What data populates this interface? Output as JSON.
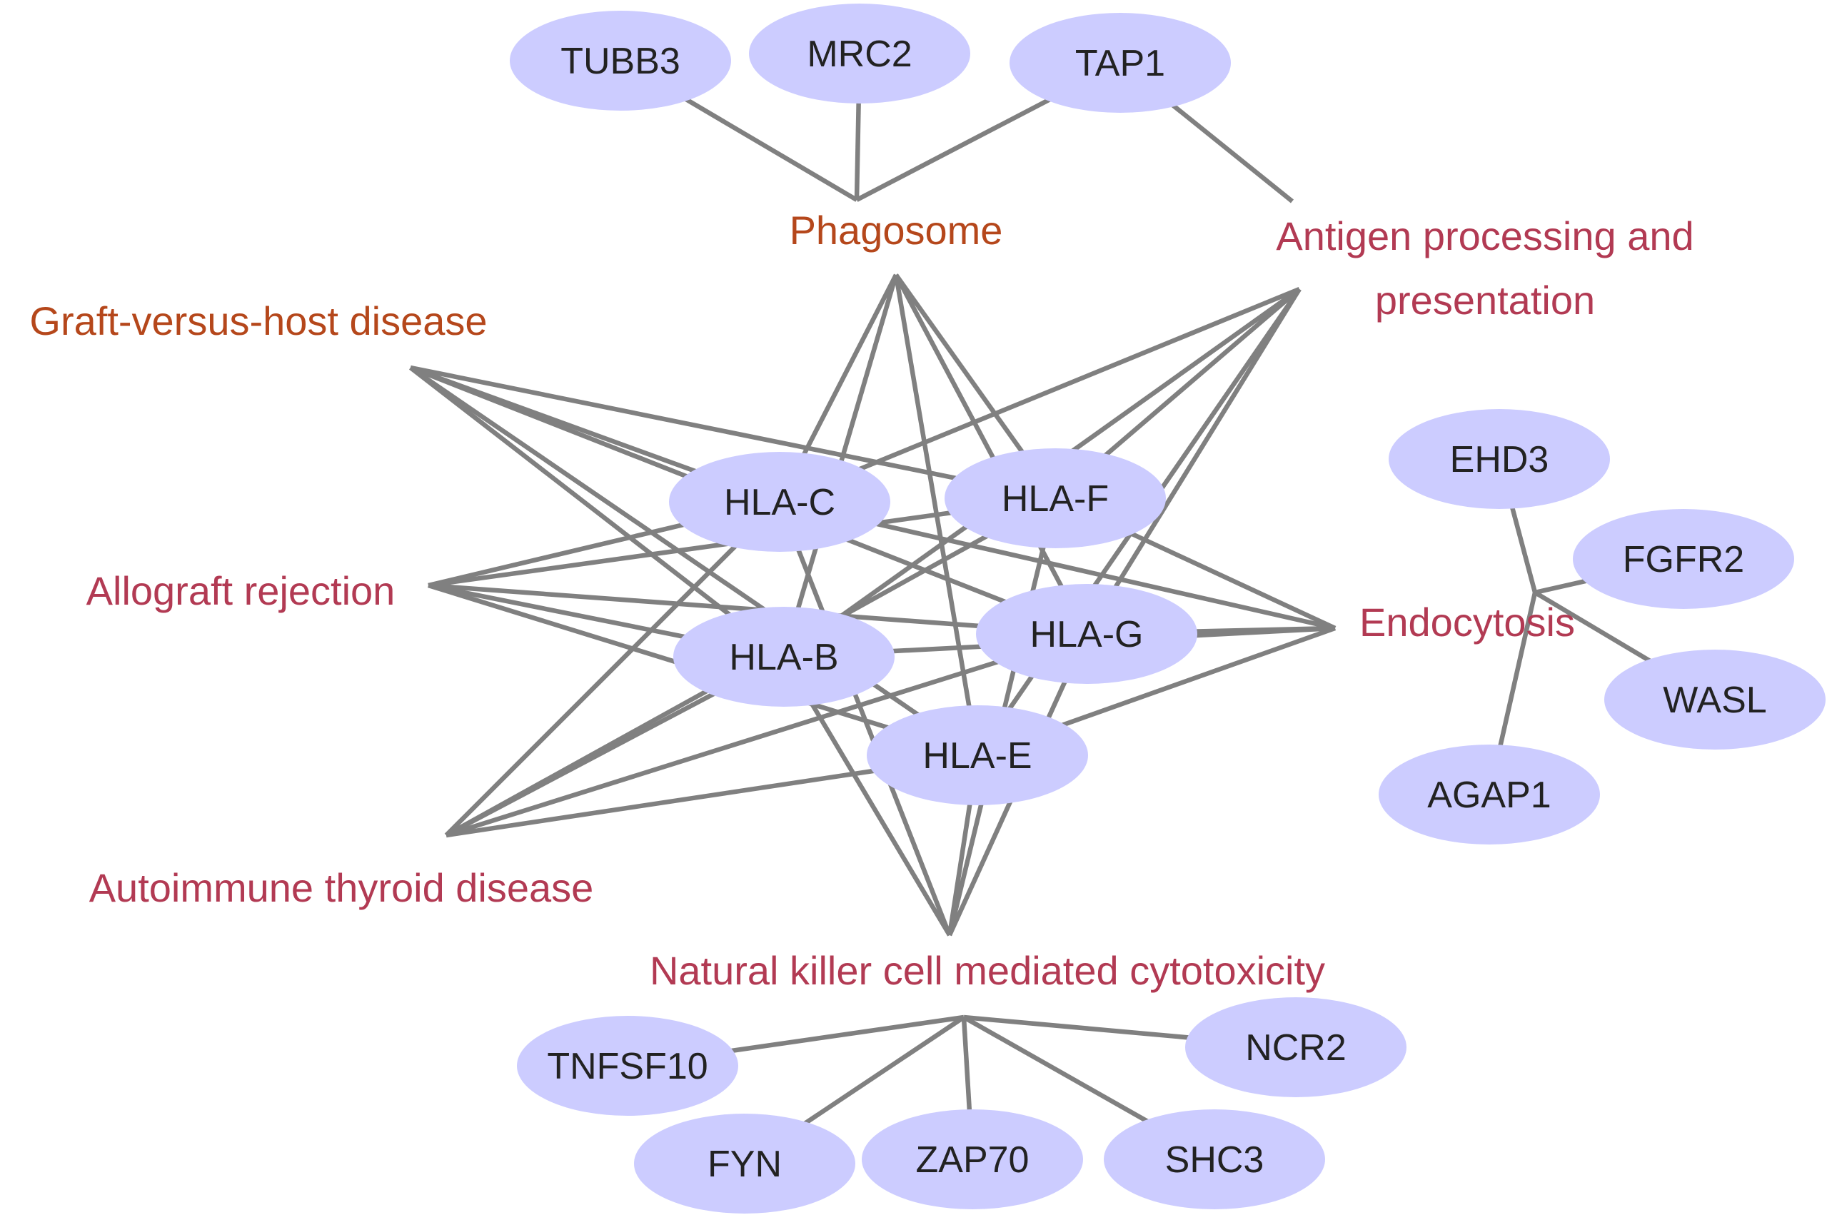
{
  "diagram": {
    "colors": {
      "edge": "#808080",
      "gene_fill": "#ccccff",
      "gene_text": "#222222",
      "pathway_orange": "#b5471b",
      "pathway_rose": "#b23a53"
    },
    "pathways": [
      {
        "id": "phagosome",
        "lines": [
          "Phagosome"
        ],
        "color": "#b5471b"
      },
      {
        "id": "antigen",
        "lines": [
          "Antigen processing and",
          "presentation"
        ],
        "color": "#b23a53"
      },
      {
        "id": "gvhd",
        "lines": [
          "Graft-versus-host disease"
        ],
        "color": "#b5471b"
      },
      {
        "id": "allograft",
        "lines": [
          "Allograft rejection"
        ],
        "color": "#b23a53"
      },
      {
        "id": "endocytosis",
        "lines": [
          "Endocytosis"
        ],
        "color": "#b23a53"
      },
      {
        "id": "thyroid",
        "lines": [
          "Autoimmune thyroid disease"
        ],
        "color": "#b23a53"
      },
      {
        "id": "nk",
        "lines": [
          "Natural killer cell mediated cytotoxicity"
        ],
        "color": "#b23a53"
      }
    ],
    "genes": [
      {
        "id": "TUBB3",
        "label": "TUBB3"
      },
      {
        "id": "MRC2",
        "label": "MRC2"
      },
      {
        "id": "TAP1",
        "label": "TAP1"
      },
      {
        "id": "HLA-C",
        "label": "HLA-C"
      },
      {
        "id": "HLA-F",
        "label": "HLA-F"
      },
      {
        "id": "HLA-G",
        "label": "HLA-G"
      },
      {
        "id": "HLA-B",
        "label": "HLA-B"
      },
      {
        "id": "HLA-E",
        "label": "HLA-E"
      },
      {
        "id": "EHD3",
        "label": "EHD3"
      },
      {
        "id": "FGFR2",
        "label": "FGFR2"
      },
      {
        "id": "WASL",
        "label": "WASL"
      },
      {
        "id": "AGAP1",
        "label": "AGAP1"
      },
      {
        "id": "TNFSF10",
        "label": "TNFSF10"
      },
      {
        "id": "NCR2",
        "label": "NCR2"
      },
      {
        "id": "FYN",
        "label": "FYN"
      },
      {
        "id": "ZAP70",
        "label": "ZAP70"
      },
      {
        "id": "SHC3",
        "label": "SHC3"
      }
    ],
    "edges": [
      [
        "TUBB3",
        "phagosome"
      ],
      [
        "MRC2",
        "phagosome"
      ],
      [
        "TAP1",
        "phagosome"
      ],
      [
        "TAP1",
        "antigen"
      ],
      [
        "phagosome",
        "HLA-C"
      ],
      [
        "phagosome",
        "HLA-B"
      ],
      [
        "phagosome",
        "HLA-F"
      ],
      [
        "phagosome",
        "HLA-G"
      ],
      [
        "phagosome",
        "HLA-E"
      ],
      [
        "antigen",
        "HLA-C"
      ],
      [
        "antigen",
        "HLA-B"
      ],
      [
        "antigen",
        "HLA-F"
      ],
      [
        "antigen",
        "HLA-G"
      ],
      [
        "antigen",
        "HLA-E"
      ],
      [
        "gvhd",
        "HLA-C"
      ],
      [
        "gvhd",
        "HLA-B"
      ],
      [
        "gvhd",
        "HLA-F"
      ],
      [
        "gvhd",
        "HLA-G"
      ],
      [
        "gvhd",
        "HLA-E"
      ],
      [
        "allograft",
        "HLA-C"
      ],
      [
        "allograft",
        "HLA-B"
      ],
      [
        "allograft",
        "HLA-F"
      ],
      [
        "allograft",
        "HLA-G"
      ],
      [
        "allograft",
        "HLA-E"
      ],
      [
        "thyroid",
        "HLA-C"
      ],
      [
        "thyroid",
        "HLA-B"
      ],
      [
        "thyroid",
        "HLA-F"
      ],
      [
        "thyroid",
        "HLA-G"
      ],
      [
        "thyroid",
        "HLA-E"
      ],
      [
        "endocytosis",
        "HLA-C"
      ],
      [
        "endocytosis",
        "HLA-B"
      ],
      [
        "endocytosis",
        "HLA-F"
      ],
      [
        "endocytosis",
        "HLA-G"
      ],
      [
        "endocytosis",
        "HLA-E"
      ],
      [
        "nk",
        "HLA-C"
      ],
      [
        "nk",
        "HLA-B"
      ],
      [
        "nk",
        "HLA-F"
      ],
      [
        "nk",
        "HLA-G"
      ],
      [
        "nk",
        "HLA-E"
      ],
      [
        "endocytosis",
        "EHD3"
      ],
      [
        "endocytosis",
        "FGFR2"
      ],
      [
        "endocytosis",
        "WASL"
      ],
      [
        "endocytosis",
        "AGAP1"
      ],
      [
        "nk",
        "TNFSF10"
      ],
      [
        "nk",
        "NCR2"
      ],
      [
        "nk",
        "FYN"
      ],
      [
        "nk",
        "ZAP70"
      ],
      [
        "nk",
        "SHC3"
      ]
    ]
  }
}
